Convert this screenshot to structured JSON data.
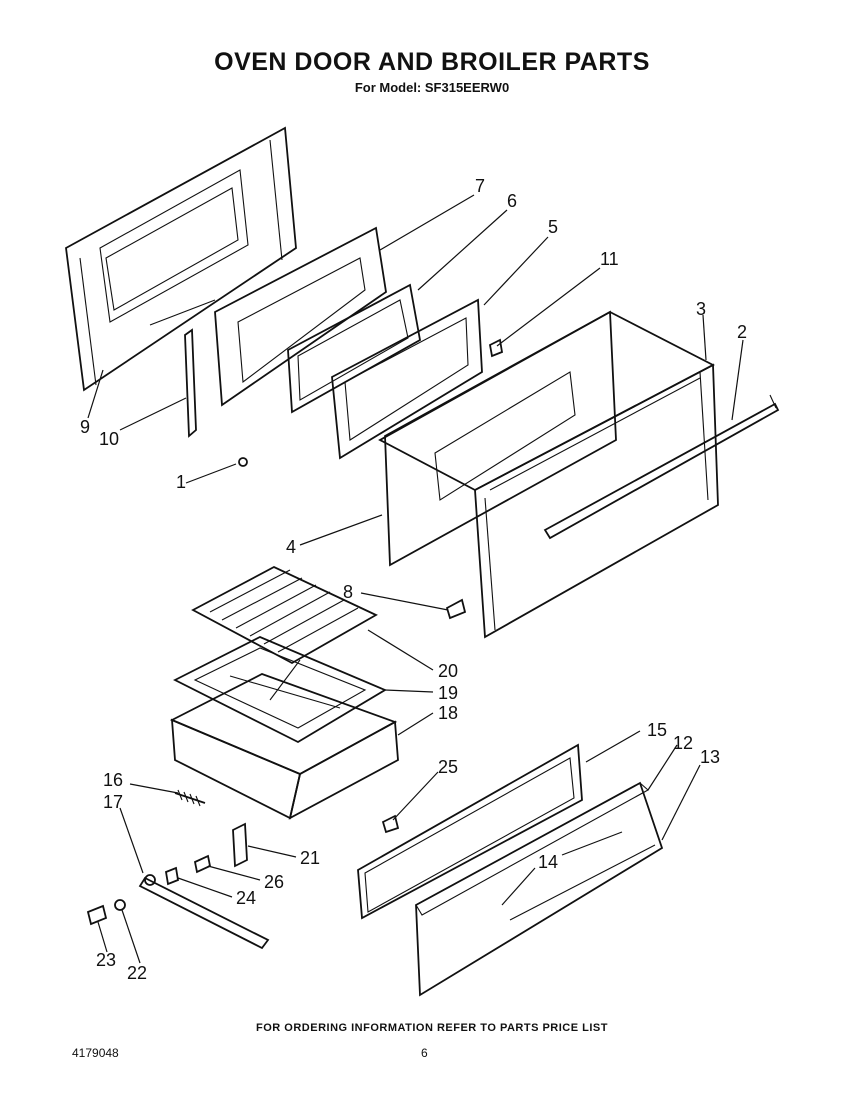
{
  "header": {
    "title": "OVEN DOOR AND BROILER PARTS",
    "subtitle": "For Model: SF315EERW0"
  },
  "callouts": [
    "1",
    "2",
    "3",
    "4",
    "5",
    "6",
    "7",
    "8",
    "9",
    "10",
    "11",
    "12",
    "13",
    "14",
    "15",
    "16",
    "17",
    "18",
    "19",
    "20",
    "21",
    "22",
    "23",
    "24",
    "25",
    "26"
  ],
  "footer": {
    "note": "FOR ORDERING INFORMATION REFER TO PARTS PRICE LIST",
    "part_number": "4179048",
    "page_number": "6"
  }
}
